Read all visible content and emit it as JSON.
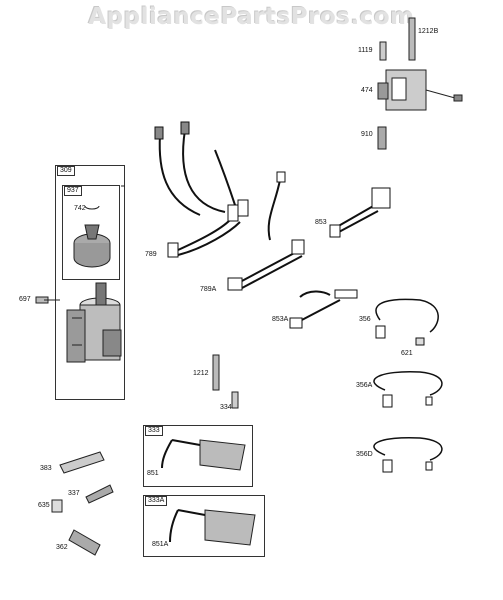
{
  "watermark": "AppliancePartsPros.com",
  "parts": {
    "p309": "309",
    "p937": "937",
    "p742": "742",
    "p697": "697",
    "p789": "789",
    "p789A": "789A",
    "p853": "853",
    "p853A": "853A",
    "p474": "474",
    "p1119": "1119",
    "p1212B": "1212B",
    "p910": "910",
    "p356": "356",
    "p621": "621",
    "p356A": "356A",
    "p356D": "356D",
    "p1212": "1212",
    "p334": "334",
    "p333": "333",
    "p851": "851",
    "p333A": "333A",
    "p851A": "851A",
    "p383": "383",
    "p337": "337",
    "p635": "635",
    "p362": "362"
  },
  "colors": {
    "line": "#222222",
    "wire": "#111111",
    "part_fill": "#9a9a9a",
    "watermark": "#e2e2e2"
  }
}
